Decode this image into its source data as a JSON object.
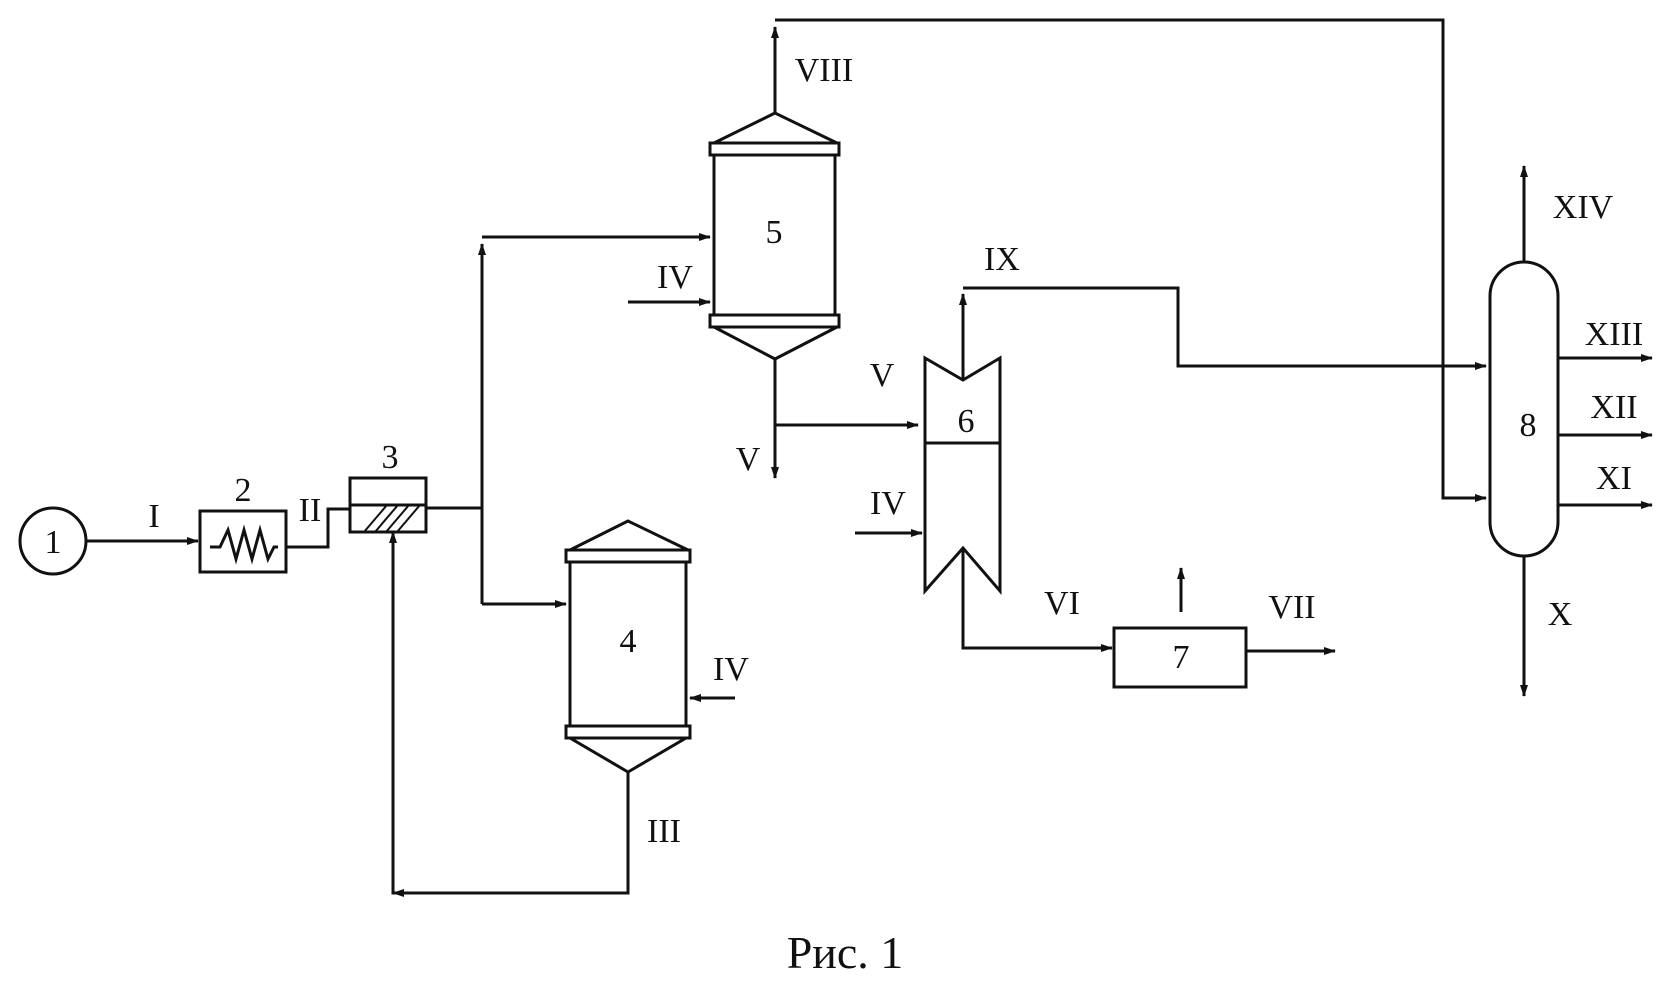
{
  "equipment": {
    "n1": "1",
    "n2": "2",
    "n3": "3",
    "n4": "4",
    "n5": "5",
    "n6": "6",
    "n7": "7",
    "n8": "8"
  },
  "streams": {
    "s_I": "I",
    "s_II": "II",
    "s_III": "III",
    "s_IV_5": "IV",
    "s_IV_6": "IV",
    "s_IV_4": "IV",
    "s_V_in": "V",
    "s_V_out": "V",
    "s_VI": "VI",
    "s_VII": "VII",
    "s_VIII": "VIII",
    "s_IX": "IX",
    "s_X": "X",
    "s_XI": "XI",
    "s_XII": "XII",
    "s_XIII": "XIII",
    "s_XIV": "XIV"
  },
  "caption": "Рис. 1"
}
